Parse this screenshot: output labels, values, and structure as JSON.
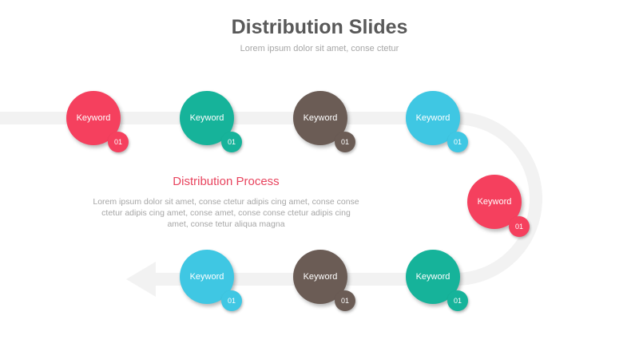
{
  "header": {
    "title": "Distribution Slides",
    "subtitle": "Lorem ipsum dolor sit amet, conse ctetur"
  },
  "process": {
    "heading": "Distribution Process",
    "body": "Lorem ipsum dolor sit amet, conse ctetur adipis cing amet, conse conse ctetur adipis cing amet, conse amet, conse conse ctetur adipis cing amet, conse tetur aliqua magna"
  },
  "colors": {
    "track": "#f2f2f2",
    "pink": "#f5405e",
    "teal": "#16b39a",
    "brown": "#6b5c55",
    "cyan": "#3fc7e3"
  },
  "nodes": [
    {
      "label": "Keyword",
      "badge": "01",
      "color": "#f5405e"
    },
    {
      "label": "Keyword",
      "badge": "01",
      "color": "#16b39a"
    },
    {
      "label": "Keyword",
      "badge": "01",
      "color": "#6b5c55"
    },
    {
      "label": "Keyword",
      "badge": "01",
      "color": "#3fc7e3"
    },
    {
      "label": "Keyword",
      "badge": "01",
      "color": "#f5405e"
    },
    {
      "label": "Keyword",
      "badge": "01",
      "color": "#16b39a"
    },
    {
      "label": "Keyword",
      "badge": "01",
      "color": "#6b5c55"
    },
    {
      "label": "Keyword",
      "badge": "01",
      "color": "#3fc7e3"
    }
  ]
}
